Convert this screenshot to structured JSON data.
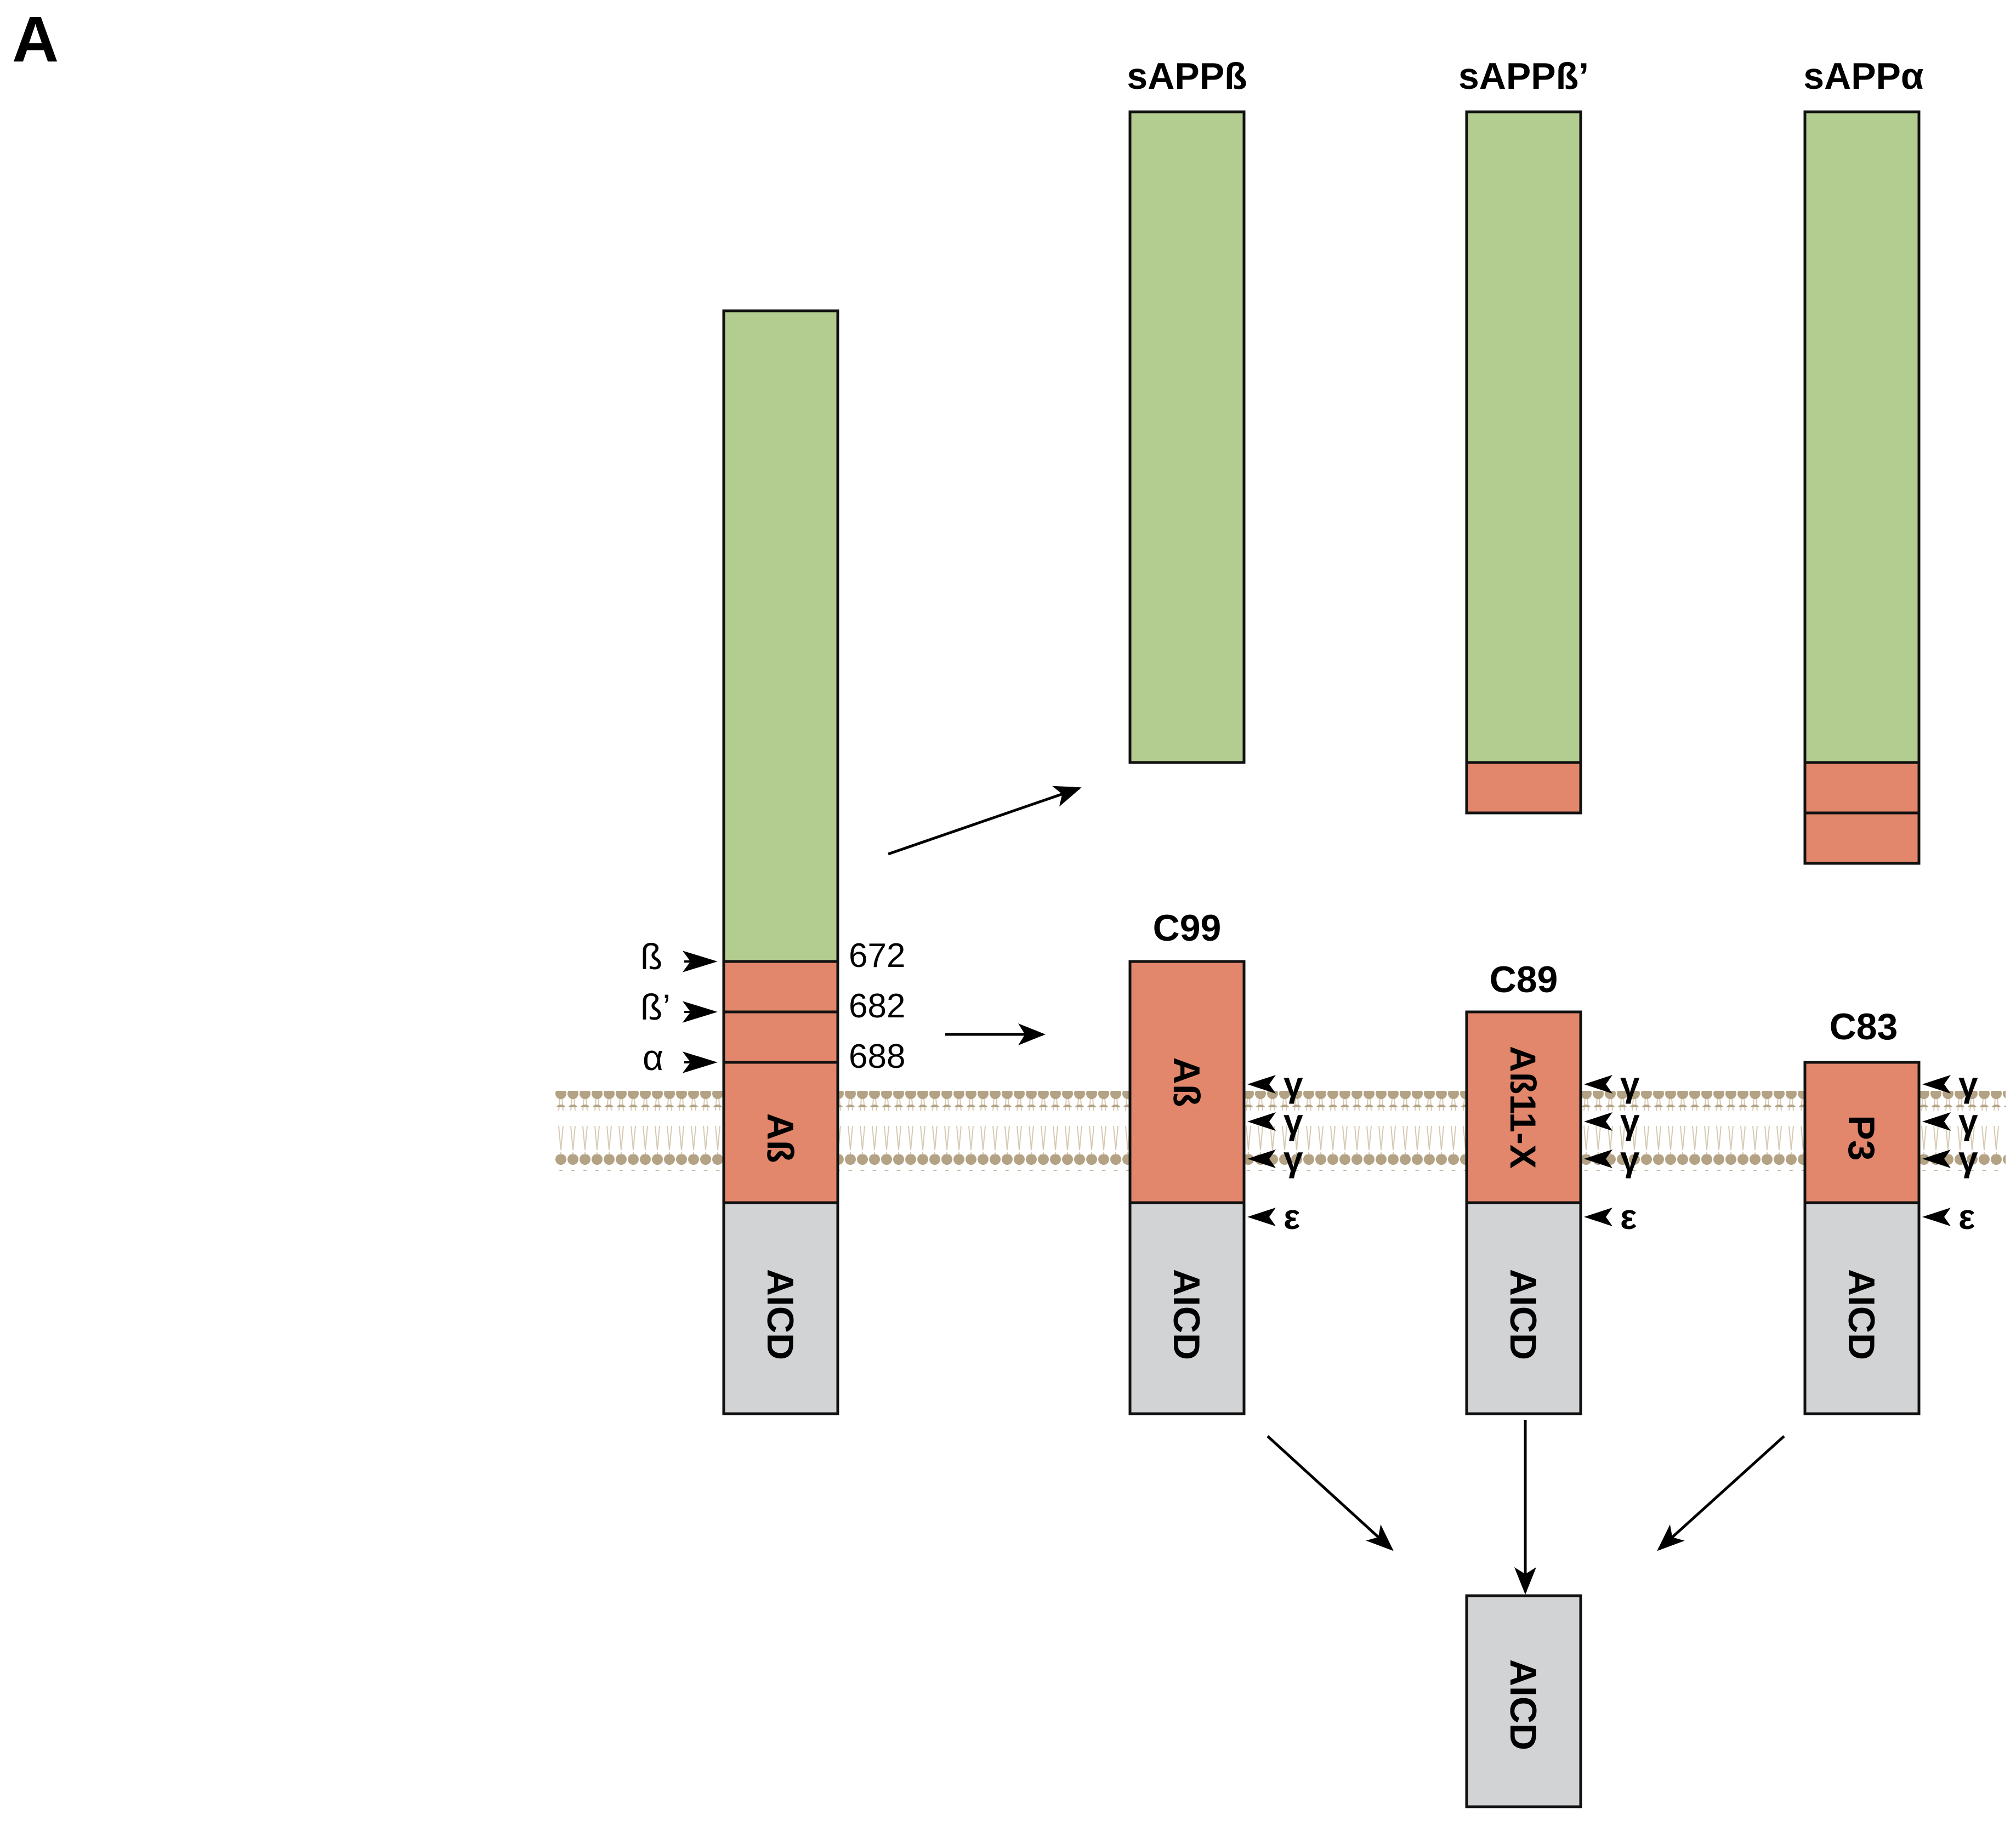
{
  "panel_label": "A",
  "colors": {
    "ectodomain": "#b3cc8f",
    "abeta": "#e2876c",
    "aicd": "#d2d3d5",
    "membrane_head": "#b3a283",
    "membrane_tail": "#d6cab4"
  },
  "app": {
    "cleavage_sites": [
      {
        "symbol": "ß",
        "residue": "672"
      },
      {
        "symbol": "ß’",
        "residue": "682"
      },
      {
        "symbol": "α",
        "residue": "688"
      }
    ],
    "abeta_label": "Aß",
    "aicd_label": "AICD"
  },
  "secreted": [
    {
      "name": "sAPPß"
    },
    {
      "name": "sAPPß’"
    },
    {
      "name": "sAPPα"
    }
  ],
  "ctfs": [
    {
      "name": "C99",
      "tm_label": "Aß"
    },
    {
      "name": "C89",
      "tm_label": "Aß11-X"
    },
    {
      "name": "C83",
      "tm_label": "P3"
    }
  ],
  "gamma_symbol": "γ",
  "epsilon_symbol": "ε",
  "aicd_product": "AICD"
}
